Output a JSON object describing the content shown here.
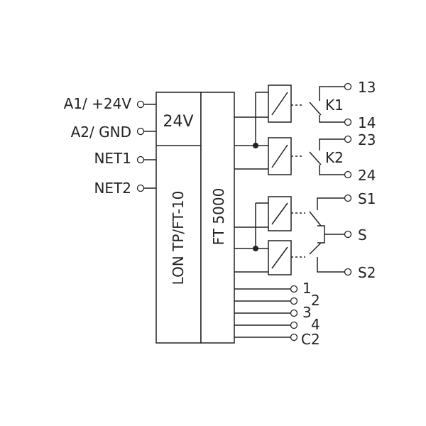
{
  "inputs": {
    "a1": "A1/ +24V",
    "a2": "A2/ GND",
    "net1": "NET1",
    "net2": "NET2"
  },
  "blocks": {
    "power": "24V",
    "lon": "LON TP/FT-10",
    "ft": "FT 5000"
  },
  "relays": {
    "k1": "K1",
    "k2": "K2",
    "k1_terminals": [
      "13",
      "14"
    ],
    "k2_terminals": [
      "23",
      "24"
    ]
  },
  "switch": {
    "s1": "S1",
    "s": "S",
    "s2": "S2"
  },
  "io": [
    "1",
    "2",
    "3",
    "4",
    "C2"
  ],
  "colors": {
    "line": "#222222",
    "background": "#ffffff"
  }
}
